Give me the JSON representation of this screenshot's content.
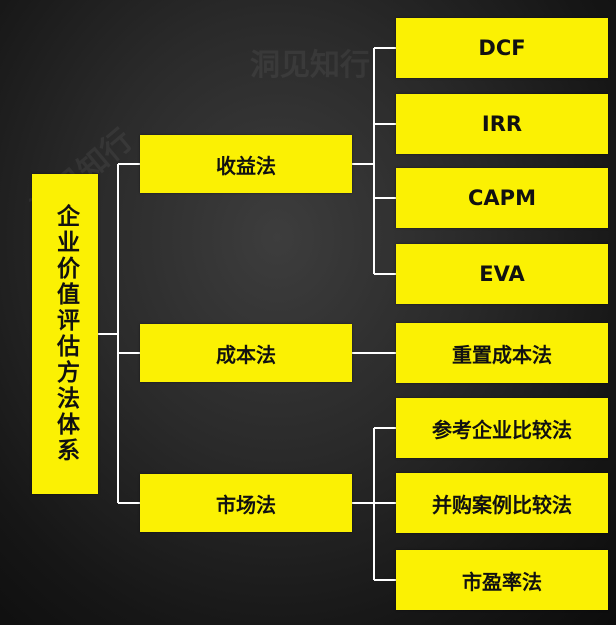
{
  "root": {
    "label": "企业价值评估方法体系"
  },
  "methods": [
    {
      "label": "收益法",
      "children": [
        "DCF",
        "IRR",
        "CAPM",
        "EVA"
      ]
    },
    {
      "label": "成本法",
      "children": [
        "重置成本法"
      ]
    },
    {
      "label": "市场法",
      "children": [
        "参考企业比较法",
        "并购案例比较法",
        "市盈率法"
      ]
    }
  ],
  "watermark": "洞见知行",
  "colors": {
    "box": "#fbf103",
    "line": "#ffffff",
    "text": "#111111"
  }
}
